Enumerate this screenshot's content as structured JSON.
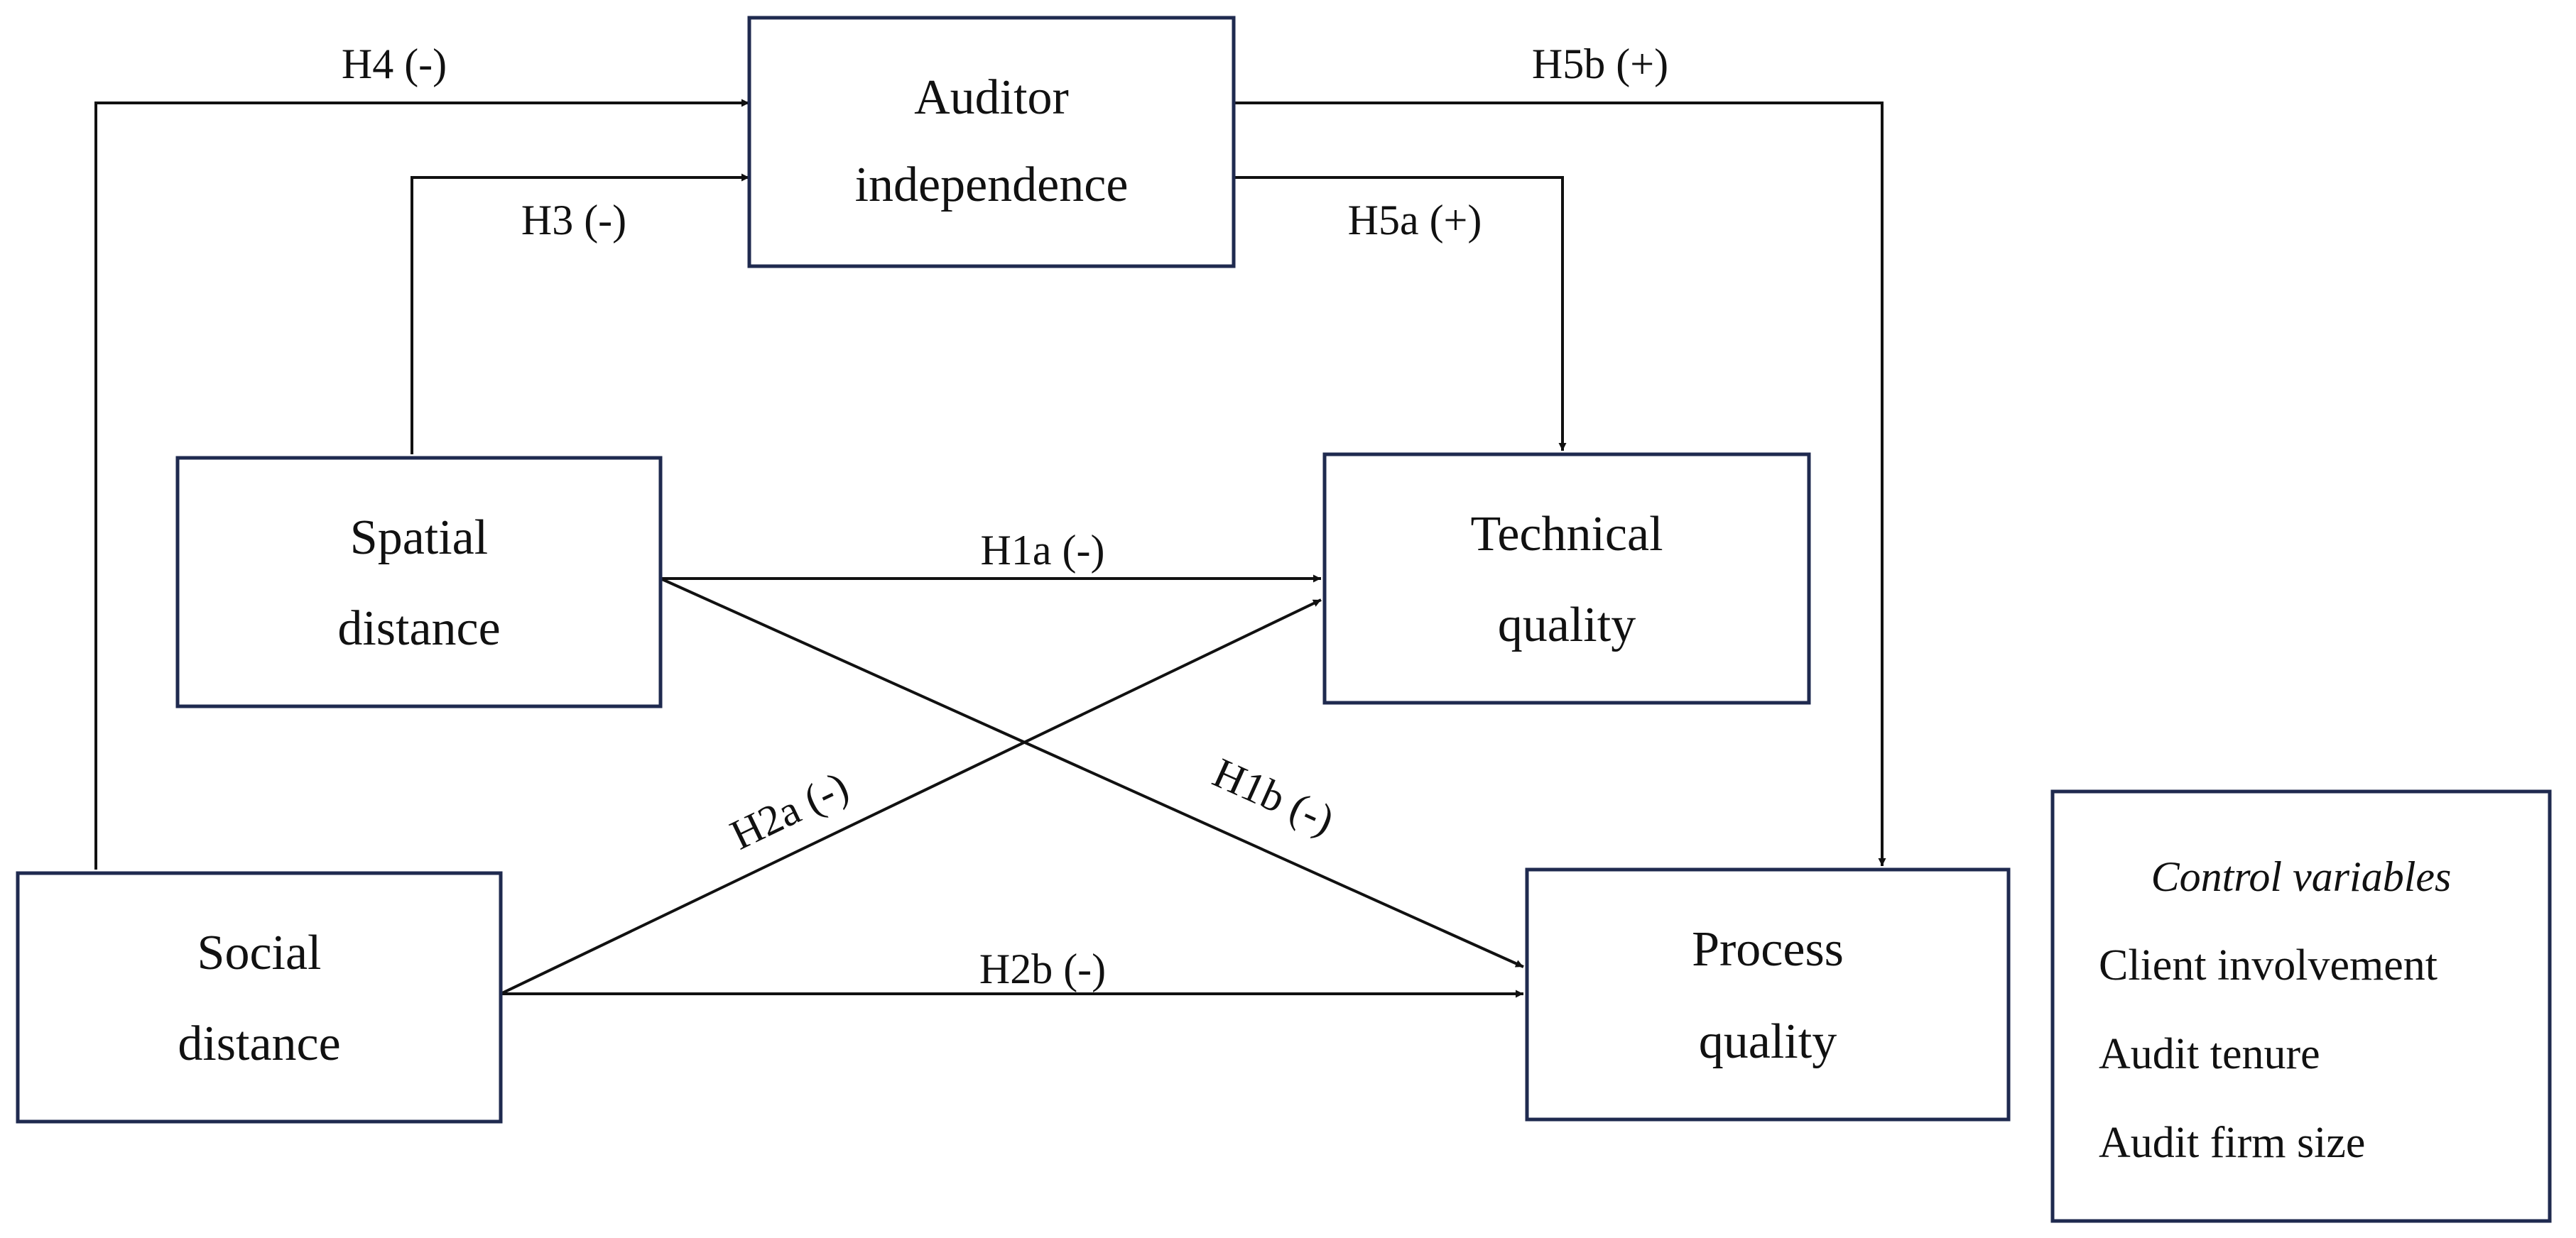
{
  "nodes": {
    "auditor_independence": [
      "Auditor",
      "independence"
    ],
    "spatial_distance": [
      "Spatial",
      "distance"
    ],
    "social_distance": [
      "Social",
      "distance"
    ],
    "technical_quality": [
      "Technical",
      "quality"
    ],
    "process_quality": [
      "Process",
      "quality"
    ]
  },
  "edges": {
    "h4": "H4 (-)",
    "h3": "H3 (-)",
    "h5a": "H5a (+)",
    "h5b": "H5b (+)",
    "h1a": "H1a (-)",
    "h1b": "H1b (-)",
    "h2a": "H2a (-)",
    "h2b": "H2b (-)"
  },
  "controls": {
    "title": "Control variables",
    "items": [
      "Client involvement",
      "Audit tenure",
      "Audit firm size"
    ]
  },
  "colors": {
    "box_border": "#1f2a4f",
    "line": "#111111"
  }
}
